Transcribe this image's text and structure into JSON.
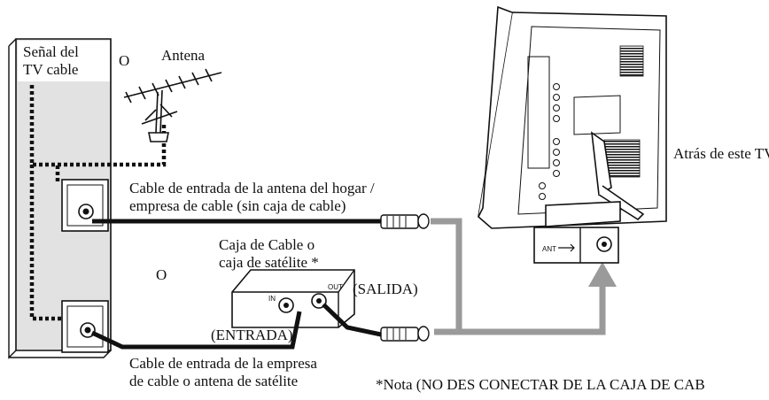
{
  "labels": {
    "cable_signal_line1": "Señal del",
    "cable_signal_line2": "TV cable",
    "or_top": "O",
    "antenna": "Antena",
    "back_of_tv": "Atrás de este TV",
    "home_cable_line1": "Cable de entrada de la antena del hogar /",
    "home_cable_line2": "empresa de cable (sin caja de cable)",
    "box_line1": "Caja de Cable o",
    "box_line2": "caja de satélite *",
    "or_middle": "O",
    "out_label": "(SALIDA)",
    "in_label": "(ENTRADA)",
    "company_cable_line1": "Cable de entrada de la empresa",
    "company_cable_line2": "de cable o antena de satélite",
    "note": "*Nota (NO DES CONECTAR DE LA CAJA DE CAB"
  },
  "ports": {
    "box_in": "IN",
    "box_out": "OUT",
    "tv_ant": "ANT"
  },
  "colors": {
    "wall_panel": "#e2e2e2",
    "arrow_gray": "#9a9a9a",
    "line_black": "#111111"
  }
}
